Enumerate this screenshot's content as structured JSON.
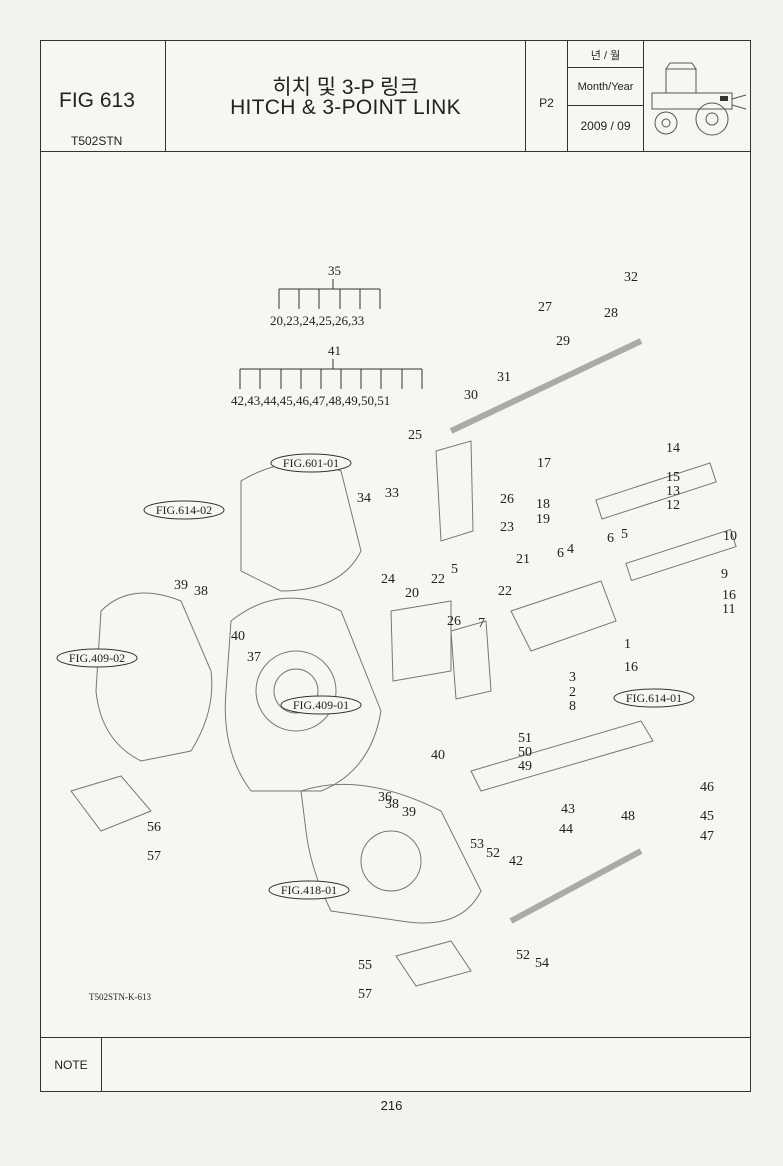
{
  "header": {
    "fig_number": "FIG 613",
    "model": "T502STN",
    "title_kr": "히치 및 3-P 링크",
    "title_en": "HITCH & 3-POINT LINK",
    "page_code": "P2",
    "month_year_kr": "년 / 월",
    "month_year_en": "Month/Year",
    "date": "2009 / 09"
  },
  "groups": {
    "g35_top": "35",
    "g35_items": "20,23,24,25,26,33",
    "g41_top": "41",
    "g41_items": "42,43,44,45,46,47,48,49,50,51"
  },
  "figure_refs": {
    "r1": "FIG.601-01",
    "r2": "FIG.614-02",
    "r3": "FIG.409-02",
    "r4": "FIG.409-01",
    "r5": "FIG.614-01",
    "r6": "FIG.418-01"
  },
  "drawing_code": "T502STN-K-613",
  "note_label": "NOTE",
  "page_number": "216"
}
